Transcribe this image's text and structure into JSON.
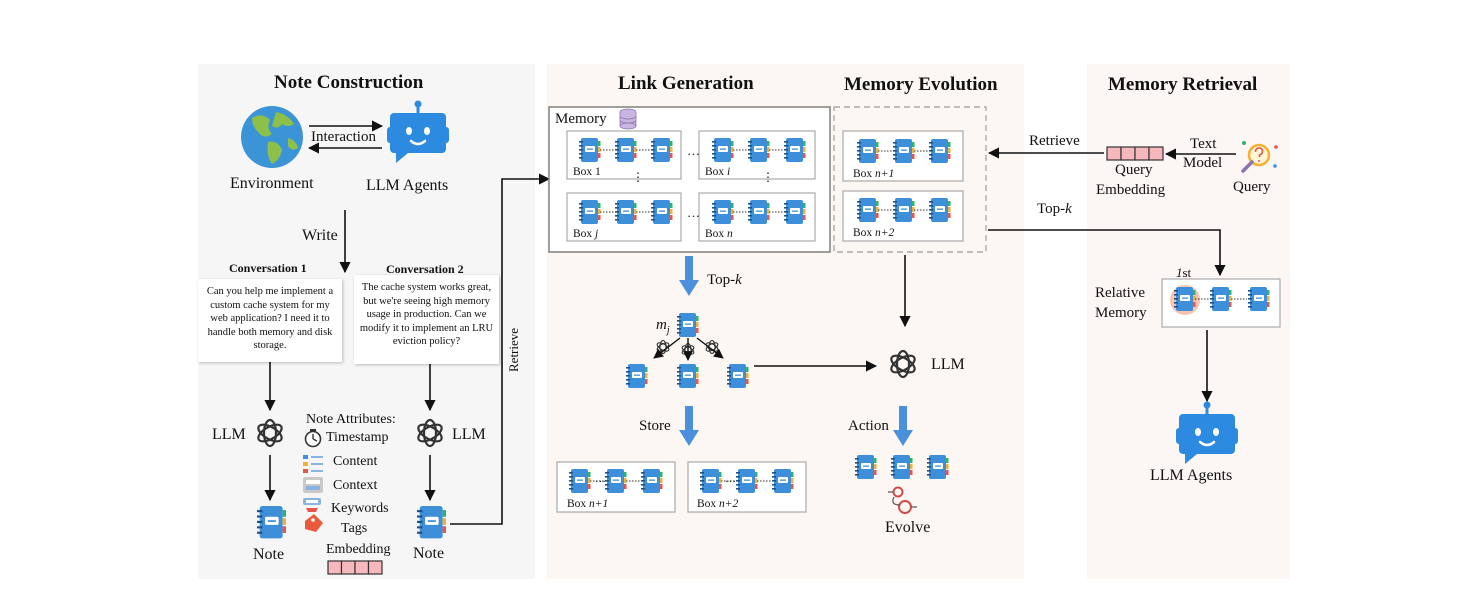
{
  "panels": {
    "note_construction": "Note Construction",
    "link_generation": "Link Generation",
    "memory_evolution": "Memory Evolution",
    "memory_retrieval": "Memory Retrieval"
  },
  "note_construction": {
    "interaction": "Interaction",
    "environment": "Environment",
    "llm_agents": "LLM Agents",
    "write": "Write",
    "conversation1_title": "Conversation 1",
    "conversation1_text": "Can you help me implement a custom cache system for my web application? I need it to handle both memory and disk storage.",
    "conversation2_title": "Conversation 2",
    "conversation2_text": "The cache system works great, but we're seeing high memory usage in production. Can we modify it to implement an LRU eviction policy?",
    "llm_left": "LLM",
    "llm_right": "LLM",
    "note_left": "Note",
    "note_right": "Note",
    "attributes_title": "Note Attributes:",
    "attr_timestamp": "Timestamp",
    "attr_content": "Content",
    "attr_context": "Context",
    "attr_keywords": "Keywords",
    "attr_tags": "Tags",
    "attr_embedding": "Embedding",
    "retrieve": "Retrieve"
  },
  "link_generation": {
    "memory": "Memory",
    "box1": "Box 1",
    "box_i_prefix": "Box ",
    "box_i_var": "i",
    "box_j_prefix": "Box ",
    "box_j_var": "j",
    "box_n_prefix": "Box ",
    "box_n_var": "n",
    "topk_prefix": "Top-",
    "topk_var": "k",
    "mj_m": "m",
    "mj_sub": "j",
    "store": "Store",
    "store_box1_prefix": "Box ",
    "store_box1_var": "n+1",
    "store_box2_prefix": "Box ",
    "store_box2_var": "n+2"
  },
  "memory_evolution": {
    "box1_prefix": "Box ",
    "box1_var": "n+1",
    "box2_prefix": "Box ",
    "box2_var": "n+2",
    "llm": "LLM",
    "action": "Action",
    "evolve": "Evolve"
  },
  "memory_retrieval": {
    "retrieve": "Retrieve",
    "text": "Text",
    "model": "Model",
    "query": "Query",
    "query_embedding": "Query",
    "embedding": "Embedding",
    "topk_prefix": "Top-",
    "topk_var": "k",
    "first_num": "1",
    "first_suffix": "st",
    "relative": "Relative",
    "memory": "Memory",
    "llm_agents": "LLM Agents"
  },
  "colors": {
    "panel_gray": "#f6f6f6",
    "panel_peach": "#fcf7f3",
    "panel_pink": "#fcf6f4",
    "notebook_blue": "#3e8fd9",
    "arrow_blue": "#4a90dc",
    "embedding_pink": "#f6b8bc",
    "robot_blue": "#2c8be0"
  }
}
